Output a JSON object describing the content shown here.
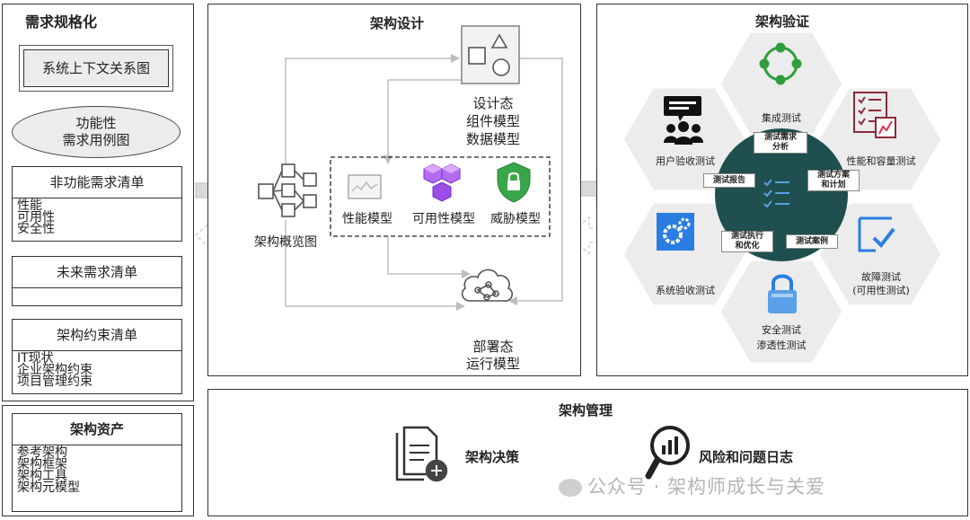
{
  "left": {
    "title": "需求规格化",
    "context_diagram": "系统上下文关系图",
    "use_case": [
      "功能性",
      "需求用例图"
    ],
    "nfr": {
      "title": "非功能需求清单",
      "items": [
        "性能",
        "可用性",
        "安全性"
      ]
    },
    "future": {
      "title": "未来需求清单"
    },
    "constraints": {
      "title": "架构约束清单",
      "items": [
        "IT现状",
        "企业架构约束",
        "项目管理约束"
      ]
    },
    "assets": {
      "title": "架构资产",
      "items": [
        "参考架构",
        "架构框架",
        "架构工具",
        "架构元模型"
      ]
    }
  },
  "design": {
    "title": "架构设计",
    "design_state": [
      "设计态",
      "组件模型",
      "数据模型"
    ],
    "overview": "架构概览图",
    "models": [
      "性能模型",
      "可用性模型",
      "威胁模型"
    ],
    "deploy_state": [
      "部署态",
      "运行模型"
    ]
  },
  "verify": {
    "title": "架构验证",
    "hexes": {
      "integration": "集成测试",
      "user_acceptance": "用户验收测试",
      "performance": "性能和容量测试",
      "system_acceptance": "系统验收测试",
      "fault": [
        "故障测试",
        "(可用性测试)"
      ],
      "security": [
        "安全测试",
        "渗透性测试"
      ]
    },
    "center_labels": {
      "req_analysis": [
        "测试需求",
        "分析"
      ],
      "report": "测试报告",
      "plan": [
        "测试方案",
        "和计划"
      ],
      "exec": [
        "测试执行",
        "和优化"
      ],
      "cases": "测试案例"
    }
  },
  "mgmt": {
    "title": "架构管理",
    "decision": "架构决策",
    "risk_log": "风险和问题日志"
  },
  "watermark": "公众号 · 架构师成长与关爱",
  "colors": {
    "green": "#2e9e3e",
    "purple": "#8a3fd4",
    "teal": "#1f4f4f",
    "blue": "#2a7de1",
    "maroon": "#8b2a3a",
    "gray_hex": "#ececec"
  }
}
